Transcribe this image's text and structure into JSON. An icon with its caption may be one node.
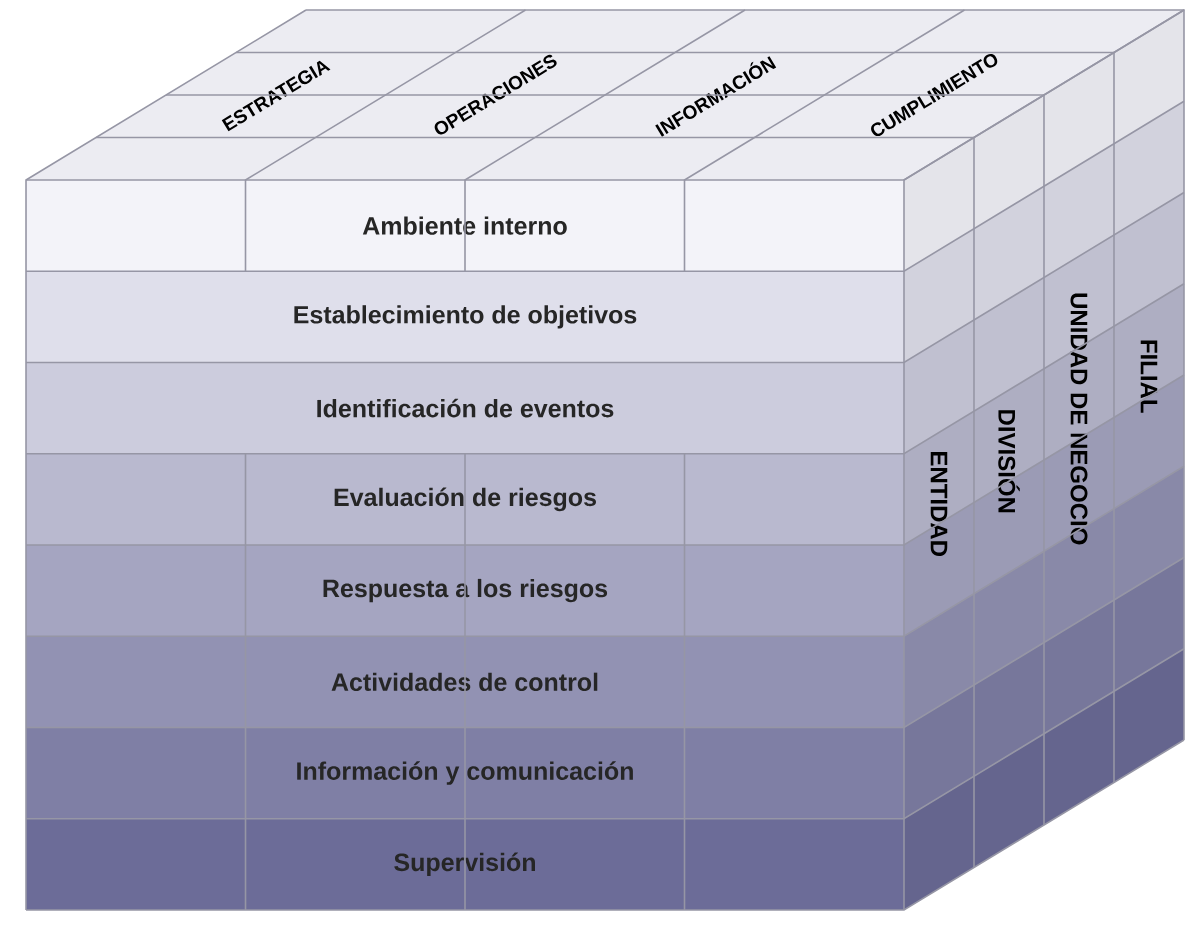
{
  "diagram": {
    "nodes": [
      {
        "text": [
          "Ambiente interno"
        ]
      },
      {
        "text": [
          "Establecimiento de objetivos"
        ]
      },
      {
        "text": [
          "Identificación de eventos"
        ]
      },
      {
        "text": [
          "Evaluación de riesgos"
        ]
      },
      {
        "text": [
          "Respuesta a los riesgos"
        ]
      },
      {
        "text": [
          "Actividades de control"
        ]
      },
      {
        "text": [
          "Información y comunicación"
        ]
      },
      {
        "text": [
          "Supervisión"
        ]
      },
      {
        "text": [
          "ESTRATEGIA"
        ]
      },
      {
        "text": [
          "OPERACIONES"
        ]
      },
      {
        "text": [
          "INFORMACIÓN"
        ]
      },
      {
        "text": [
          "CUMPLIMIENTO"
        ]
      },
      {
        "text": [
          "ENTIDAD"
        ]
      },
      {
        "text": [
          "DIVISIÓN"
        ]
      },
      {
        "text": [
          "UNIDAD DE NEGOCIO"
        ]
      },
      {
        "text": [
          "FILIAL"
        ]
      }
    ]
  }
}
